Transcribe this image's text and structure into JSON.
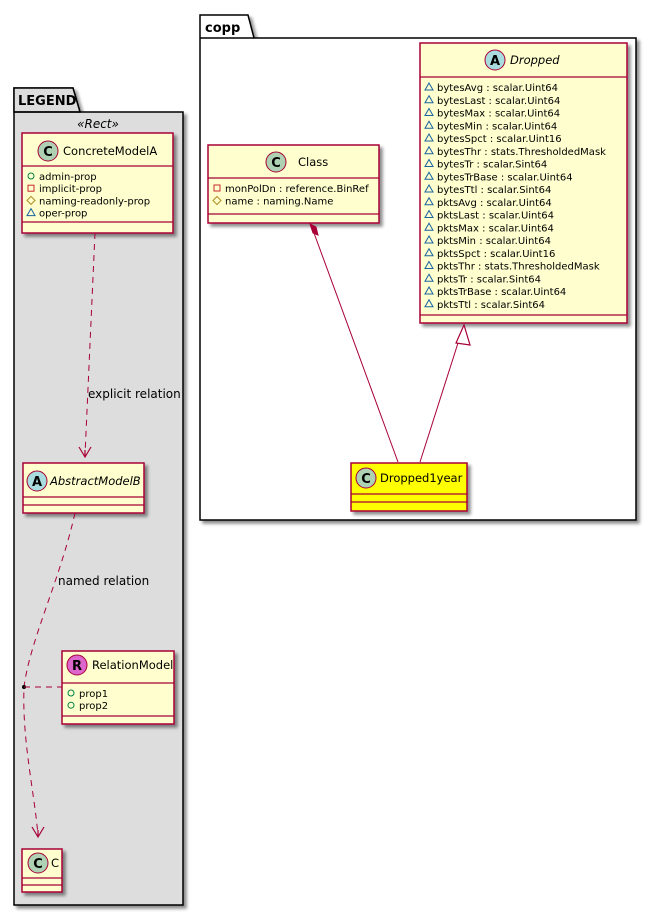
{
  "legend": {
    "package_title": "LEGEND",
    "stereotype": "«Rect»",
    "concrete_model": {
      "name": "ConcreteModelA",
      "badge": "C",
      "attributes": [
        {
          "vis": "public",
          "text": "admin-prop"
        },
        {
          "vis": "private",
          "text": "implicit-prop"
        },
        {
          "vis": "protected",
          "text": "naming-readonly-prop"
        },
        {
          "vis": "package",
          "text": "oper-prop"
        }
      ]
    },
    "abstract_model": {
      "name": "AbstractModelB",
      "badge": "A"
    },
    "relation_model": {
      "name": "RelationModel",
      "badge": "R",
      "attributes": [
        {
          "vis": "public",
          "text": "prop1"
        },
        {
          "vis": "public",
          "text": "prop2"
        }
      ]
    },
    "class_c": {
      "name": "C",
      "badge": "C"
    },
    "explicit_relation_label": "explicit relation",
    "named_relation_label": "named relation"
  },
  "copp": {
    "package_title": "copp",
    "class_box": {
      "name": "Class",
      "badge": "C",
      "attributes": [
        {
          "vis": "private",
          "text": "monPolDn : reference.BinRef"
        },
        {
          "vis": "protected",
          "text": "name : naming.Name"
        }
      ]
    },
    "dropped": {
      "name": "Dropped",
      "badge": "A",
      "attributes": [
        {
          "vis": "package",
          "text": "bytesAvg : scalar.Uint64"
        },
        {
          "vis": "package",
          "text": "bytesLast : scalar.Uint64"
        },
        {
          "vis": "package",
          "text": "bytesMax : scalar.Uint64"
        },
        {
          "vis": "package",
          "text": "bytesMin : scalar.Uint64"
        },
        {
          "vis": "package",
          "text": "bytesSpct : scalar.Uint16"
        },
        {
          "vis": "package",
          "text": "bytesThr : stats.ThresholdedMask"
        },
        {
          "vis": "package",
          "text": "bytesTr : scalar.Sint64"
        },
        {
          "vis": "package",
          "text": "bytesTrBase : scalar.Uint64"
        },
        {
          "vis": "package",
          "text": "bytesTtl : scalar.Sint64"
        },
        {
          "vis": "package",
          "text": "pktsAvg : scalar.Uint64"
        },
        {
          "vis": "package",
          "text": "pktsLast : scalar.Uint64"
        },
        {
          "vis": "package",
          "text": "pktsMax : scalar.Uint64"
        },
        {
          "vis": "package",
          "text": "pktsMin : scalar.Uint64"
        },
        {
          "vis": "package",
          "text": "pktsSpct : scalar.Uint16"
        },
        {
          "vis": "package",
          "text": "pktsThr : stats.ThresholdedMask"
        },
        {
          "vis": "package",
          "text": "pktsTr : scalar.Sint64"
        },
        {
          "vis": "package",
          "text": "pktsTrBase : scalar.Uint64"
        },
        {
          "vis": "package",
          "text": "pktsTtl : scalar.Sint64"
        }
      ]
    },
    "dropped1year": {
      "name": "Dropped1year",
      "badge": "C"
    }
  },
  "colors": {
    "class_fill": "#FEFECE",
    "class_border": "#A80036",
    "highlight_fill": "#FFFF00",
    "legend_fill": "#DDDDDD",
    "badge_class": "#ADD1B2",
    "badge_abstract": "#A9DCDF",
    "badge_relation": "#DD66CC"
  }
}
